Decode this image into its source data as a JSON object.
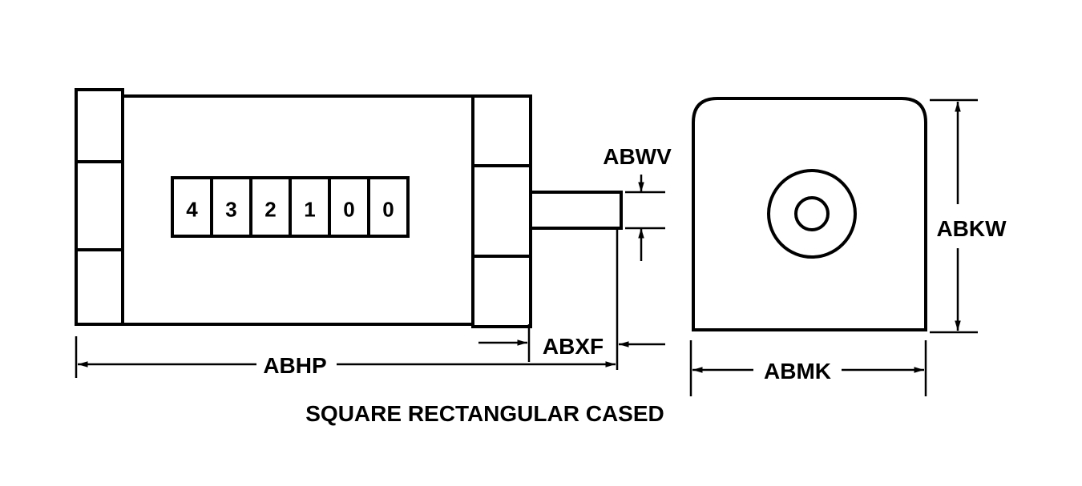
{
  "counter_digits": [
    "4",
    "3",
    "2",
    "1",
    "0",
    "0"
  ],
  "labels": {
    "abwv": "ABWV",
    "abxf": "ABXF",
    "abhp": "ABHP",
    "abkw": "ABKW",
    "abmk": "ABMK"
  },
  "caption": "SQUARE RECTANGULAR CASED"
}
